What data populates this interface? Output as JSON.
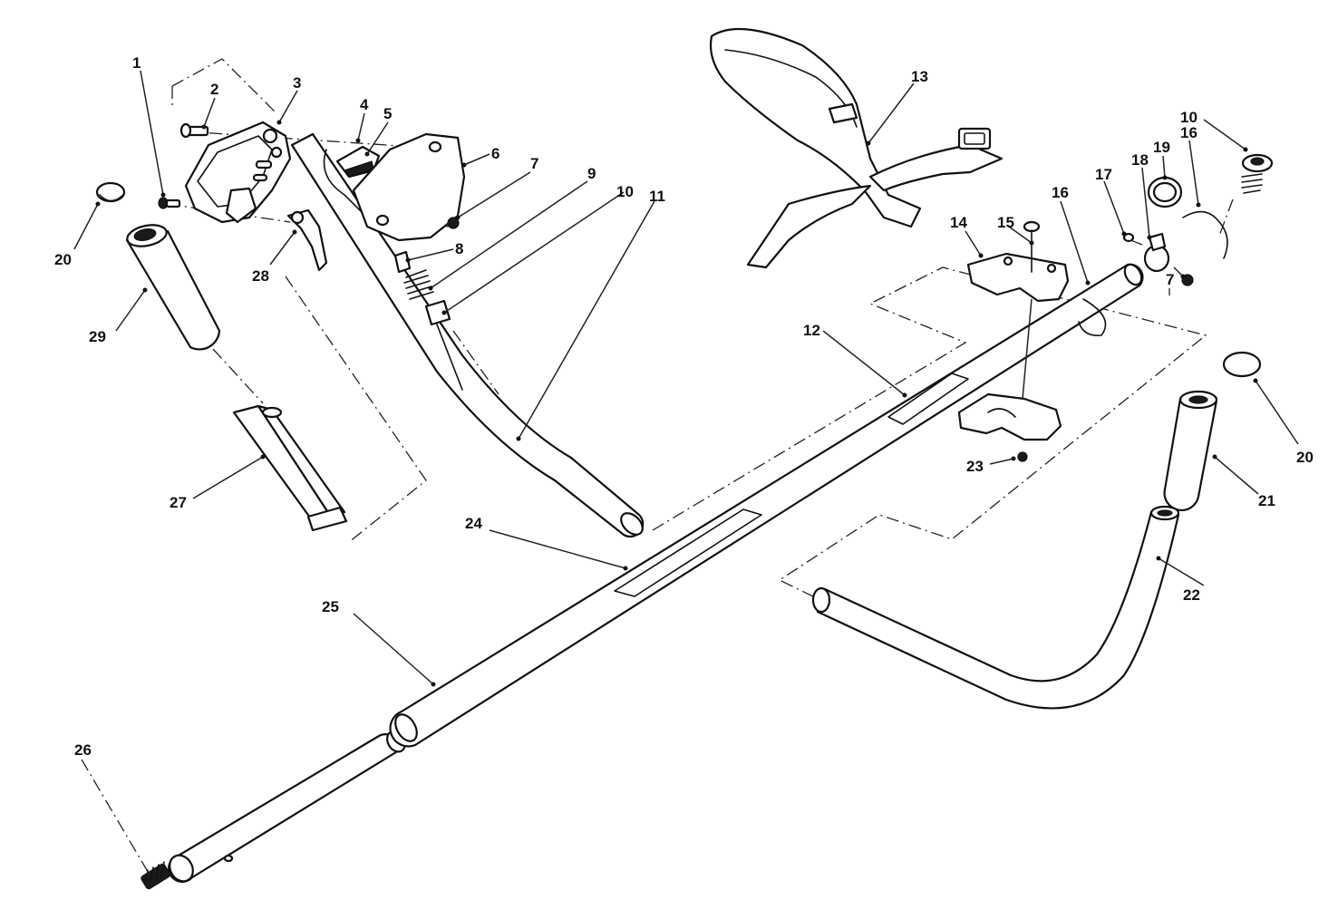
{
  "callouts": [
    {
      "id": "c1",
      "label": "1"
    },
    {
      "id": "c2",
      "label": "2"
    },
    {
      "id": "c3",
      "label": "3"
    },
    {
      "id": "c4",
      "label": "4"
    },
    {
      "id": "c5",
      "label": "5"
    },
    {
      "id": "c6",
      "label": "6"
    },
    {
      "id": "c7a",
      "label": "7"
    },
    {
      "id": "c7b",
      "label": "7"
    },
    {
      "id": "c8",
      "label": "8"
    },
    {
      "id": "c9",
      "label": "9"
    },
    {
      "id": "c10a",
      "label": "10"
    },
    {
      "id": "c10b",
      "label": "10"
    },
    {
      "id": "c11",
      "label": "11"
    },
    {
      "id": "c12",
      "label": "12"
    },
    {
      "id": "c13",
      "label": "13"
    },
    {
      "id": "c14",
      "label": "14"
    },
    {
      "id": "c15",
      "label": "15"
    },
    {
      "id": "c16a",
      "label": "16"
    },
    {
      "id": "c16b",
      "label": "16"
    },
    {
      "id": "c17",
      "label": "17"
    },
    {
      "id": "c18",
      "label": "18"
    },
    {
      "id": "c19",
      "label": "19"
    },
    {
      "id": "c20a",
      "label": "20"
    },
    {
      "id": "c20b",
      "label": "20"
    },
    {
      "id": "c21",
      "label": "21"
    },
    {
      "id": "c22",
      "label": "22"
    },
    {
      "id": "c23",
      "label": "23"
    },
    {
      "id": "c24",
      "label": "24"
    },
    {
      "id": "c25",
      "label": "25"
    },
    {
      "id": "c26",
      "label": "26"
    },
    {
      "id": "c27",
      "label": "27"
    },
    {
      "id": "c28",
      "label": "28"
    },
    {
      "id": "c29",
      "label": "29"
    }
  ]
}
